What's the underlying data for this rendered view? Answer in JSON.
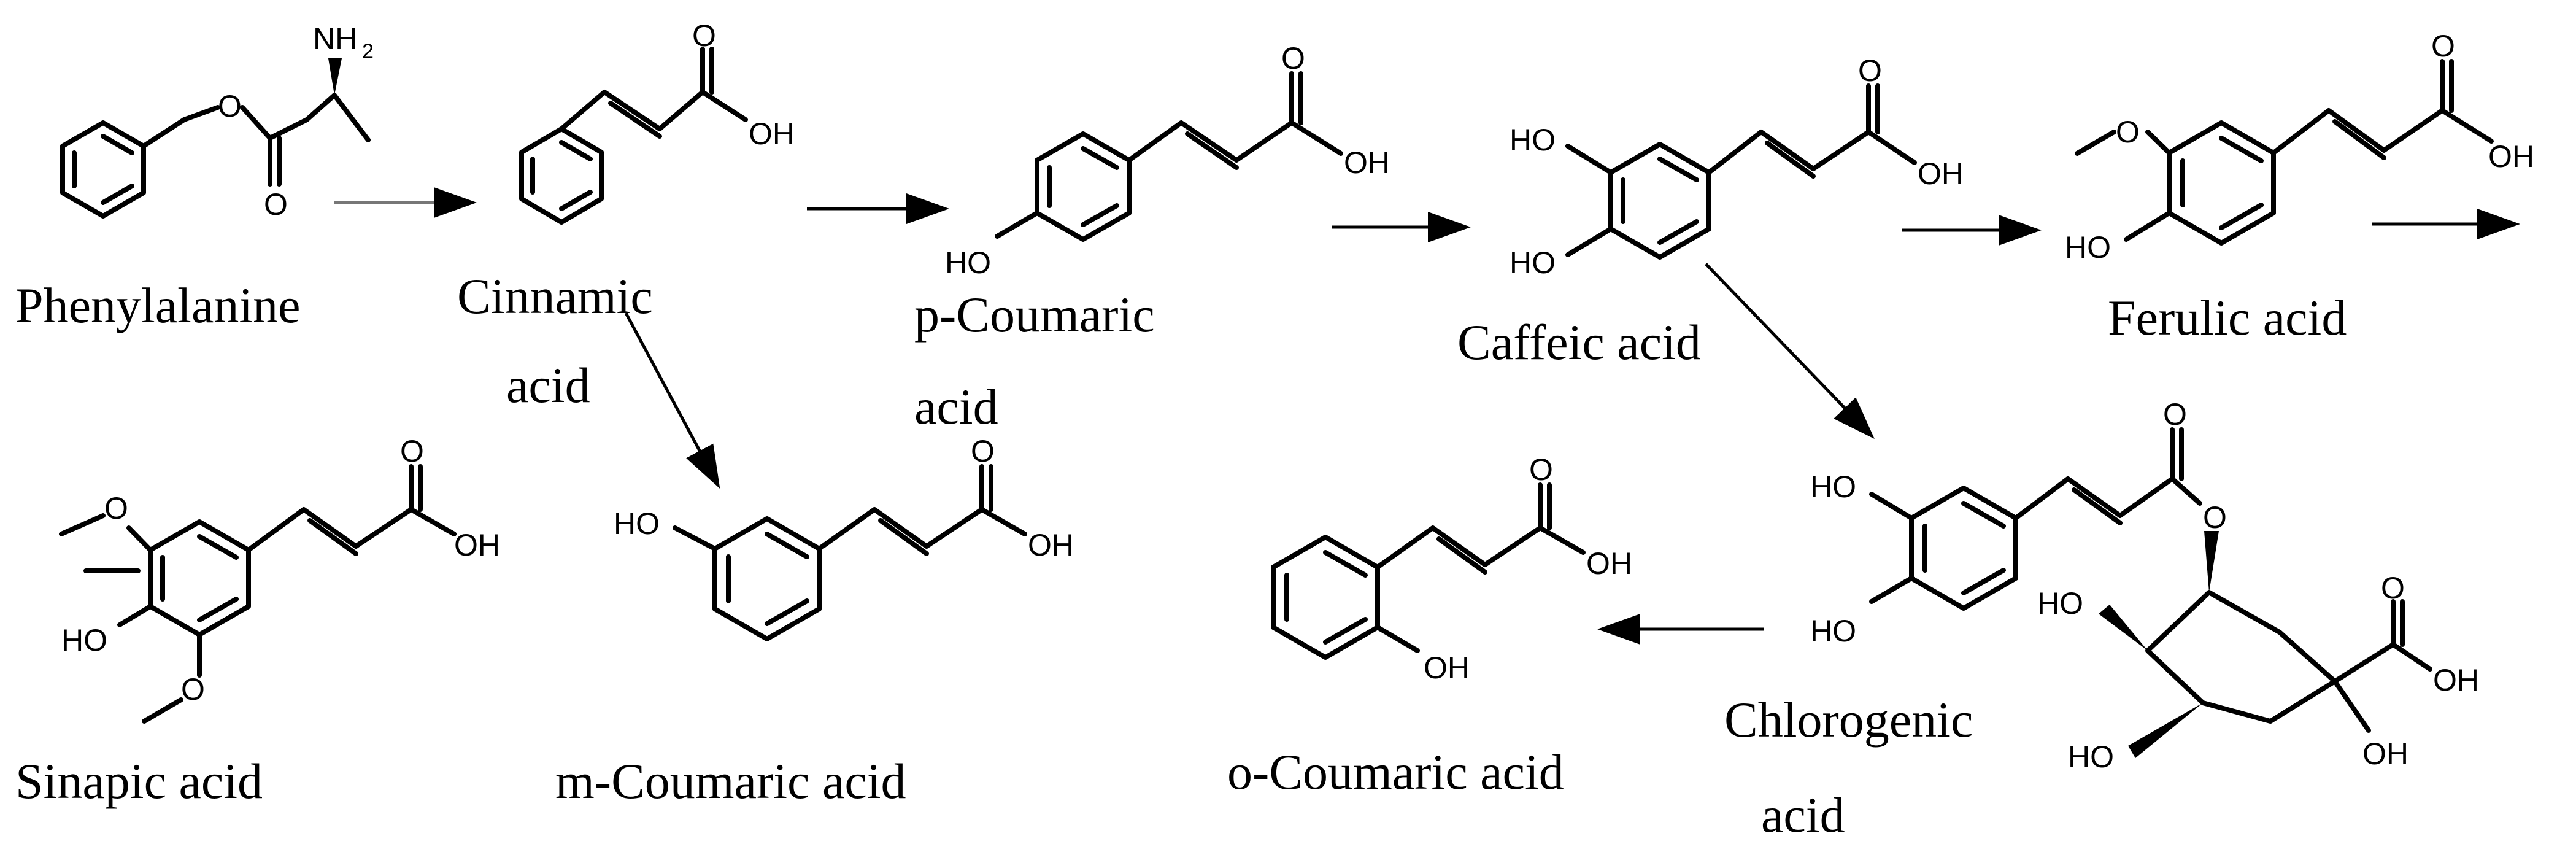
{
  "compounds": {
    "phenylalanine": {
      "name": "Phenylalanine"
    },
    "cinnamic": {
      "name_line1": "Cinnamic",
      "name_line2": "acid"
    },
    "p_coumaric": {
      "name_line1": "p-Coumaric",
      "name_line2": "acid"
    },
    "caffeic": {
      "name": "Caffeic acid"
    },
    "ferulic": {
      "name": "Ferulic acid"
    },
    "sinapic": {
      "name": "Sinapic acid"
    },
    "m_coumaric": {
      "name": "m-Coumaric acid"
    },
    "o_coumaric": {
      "name": "o-Coumaric acid"
    },
    "chlorogenic": {
      "name_line1": "Chlorogenic",
      "name_line2": "acid"
    }
  },
  "atoms": {
    "nh2": "NH",
    "nh2_sub": "2",
    "o": "O",
    "oh": "OH",
    "ho": "HO"
  }
}
